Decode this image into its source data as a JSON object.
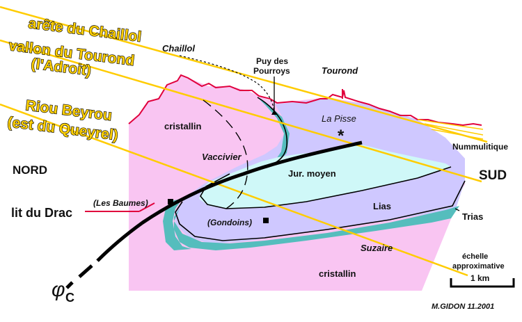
{
  "colors": {
    "cristallin": "#f9c5f2",
    "lias": "#cfc8ff",
    "trias": "#55bdbd",
    "jur_moyen": "#cff8f8",
    "topography": "#e0003c",
    "lines": "#ffcc00",
    "fault": "#000000"
  },
  "titles": {
    "arete": "arête du Chaillol",
    "vallon_1": "vallon du Tourond",
    "vallon_2": "(l'Adroit)",
    "riou_1": "Riou Beyrou",
    "riou_2": "(est du Queyrel)"
  },
  "labels": {
    "chaillol": "Chaillol",
    "puy_1": "Puy des",
    "puy_2": "Pourroys",
    "tourond": "Tourond",
    "la_pisse": "La Pisse",
    "asterisk": "*",
    "nummulitique": "Nummulitique",
    "cristallin_top": "cristallin",
    "vaccivier": "Vaccivier",
    "jur_moyen": "Jur. moyen",
    "nord": "NORD",
    "sud": "SUD",
    "les_baumes": "(Les Baumes)",
    "lit_du_drac": "lit du Drac",
    "gondoins": "(Gondoins)",
    "lias": "Lias",
    "trias": "Trias",
    "suzaire": "Suzaire",
    "cristallin_bottom": "cristallin",
    "phi_symbol": "φ",
    "phi_subscript": "C"
  },
  "scale": {
    "line1": "échelle",
    "line2": "approximative",
    "bar_label": "1 km"
  },
  "credit": "M.GIDON  11.2001"
}
